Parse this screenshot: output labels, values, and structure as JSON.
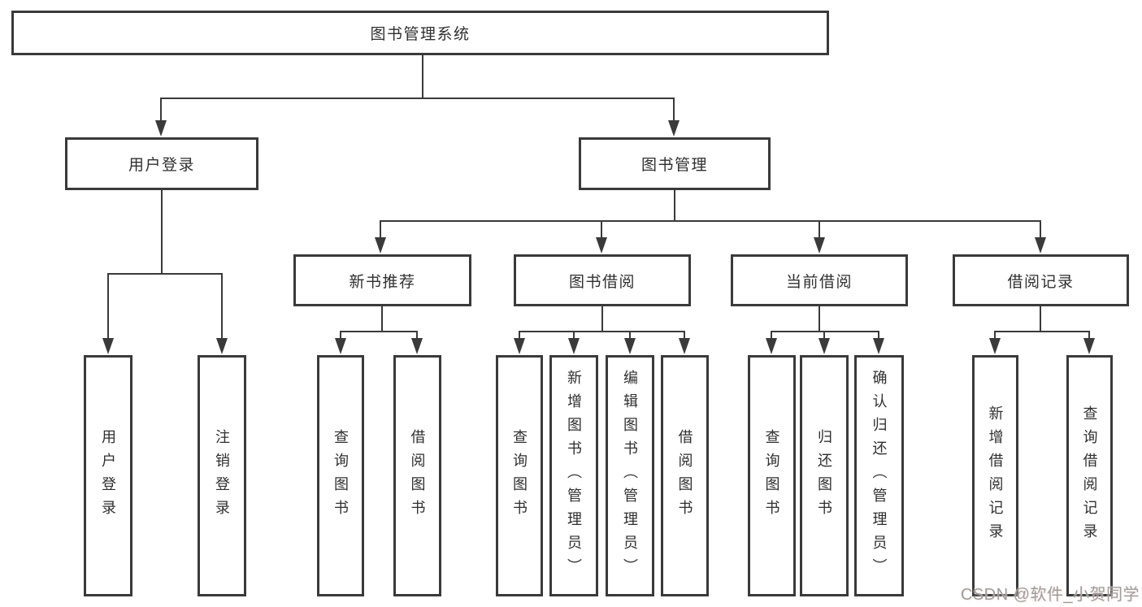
{
  "diagram": {
    "root": {
      "label": "图书管理系统"
    },
    "branches": [
      {
        "label": "用户登录",
        "children": [
          {
            "label": "用户登录"
          },
          {
            "label": "注销登录"
          }
        ]
      },
      {
        "label": "图书管理",
        "children": [
          {
            "label": "新书推荐",
            "children": [
              {
                "label": "查询图书"
              },
              {
                "label": "借阅图书"
              }
            ]
          },
          {
            "label": "图书借阅",
            "children": [
              {
                "label": "查询图书"
              },
              {
                "label": "新增图书（管理员）"
              },
              {
                "label": "编辑图书（管理员）"
              },
              {
                "label": "借阅图书"
              }
            ]
          },
          {
            "label": "当前借阅",
            "children": [
              {
                "label": "查询图书"
              },
              {
                "label": "归还图书"
              },
              {
                "label": "确认归还（管理员）"
              }
            ]
          },
          {
            "label": "借阅记录",
            "children": [
              {
                "label": "新增借阅记录"
              },
              {
                "label": "查询借阅记录"
              }
            ]
          }
        ]
      }
    ]
  },
  "watermark": {
    "text": "CSDN @软件_小贺同学"
  },
  "colors": {
    "line": "#3a3a3a",
    "text": "#2f2f2f",
    "background": "#ffffff",
    "watermark": "#9d9d9d"
  }
}
